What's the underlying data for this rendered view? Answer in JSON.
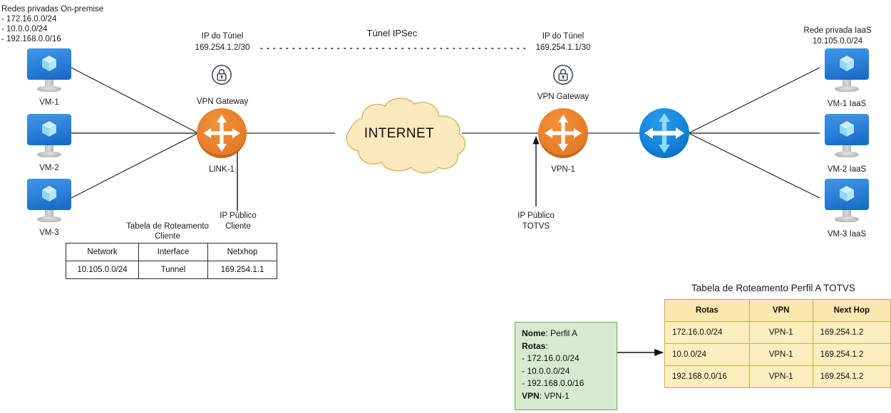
{
  "diagram": {
    "title_onprem": "Redes privadas On-premise",
    "onprem_networks": [
      "- 172.16.0.0/24",
      "- 10.0.0.0/24",
      "- 192.168.0.0/16"
    ],
    "title_iaas": "Rede privada IaaS",
    "iaas_network": "10.105.0.0/24",
    "tunnel_label": "Túnel IPSec",
    "cloud_label": "INTERNET",
    "left_vms": [
      {
        "name": "VM-1"
      },
      {
        "name": "VM-2"
      },
      {
        "name": "VM-3"
      }
    ],
    "right_vms": [
      {
        "name": "VM-1 IaaS"
      },
      {
        "name": "VM-2 IaaS"
      },
      {
        "name": "VM-3 IaaS"
      }
    ],
    "left_gateway": {
      "tunnel_caption": "IP do Túnel",
      "tunnel_ip": "169.254.1.2/30",
      "badge_label": "VPN Gateway",
      "name": "LINK-1",
      "public_ip_caption_1": "IP Público",
      "public_ip_caption_2": "Cliente"
    },
    "right_gateway": {
      "tunnel_caption": "IP do Túnel",
      "tunnel_ip": "169.254.1.1/30",
      "badge_label": "VPN Gateway",
      "name": "VPN-1",
      "public_ip_caption_1": "IP Público",
      "public_ip_caption_2": "TOTVS"
    },
    "client_table": {
      "title_line1": "Tabela de Roteamento",
      "title_line2": "Cliente",
      "headers": [
        "Network",
        "Interface",
        "Netxhop"
      ],
      "rows": [
        [
          "10.105.0.0/24",
          "Tunnel",
          "169.254.1.1"
        ]
      ]
    },
    "profile_note": {
      "label_nome": "Nome",
      "value_nome": ": Perfil A",
      "label_rotas": "Rotas",
      "value_rotas": ":",
      "routes": [
        "- 172.16.0.0/24",
        "- 10.0.0.0/24",
        "- 192.168.0.0/16"
      ],
      "label_vpn": "VPN",
      "value_vpn": ": VPN-1"
    },
    "totvs_table": {
      "title": "Tabela de Roteamento Perfil A TOTVS",
      "headers": [
        "Rotas",
        "VPN",
        "Next Hop"
      ],
      "rows": [
        [
          "172.16.0.0/24",
          "VPN-1",
          "169.254.1.2"
        ],
        [
          "10.0.0/24",
          "VPN-1",
          "169.254.1.2"
        ],
        [
          "192.168.0.0/16",
          "VPN-1",
          "169.254.1.2"
        ]
      ]
    },
    "colors": {
      "gateway_orange": "#e8802b",
      "router_blue": "#1684dc",
      "cloud_fill": "#fbe8bd",
      "cloud_stroke": "#d6b45e",
      "note_fill": "#d7ead0",
      "note_stroke": "#6aa84f",
      "table_fill": "#fdeebf",
      "table_stroke": "#d9a441",
      "vm_blue": "#2f86dc",
      "line": "#1a1a1a"
    }
  }
}
